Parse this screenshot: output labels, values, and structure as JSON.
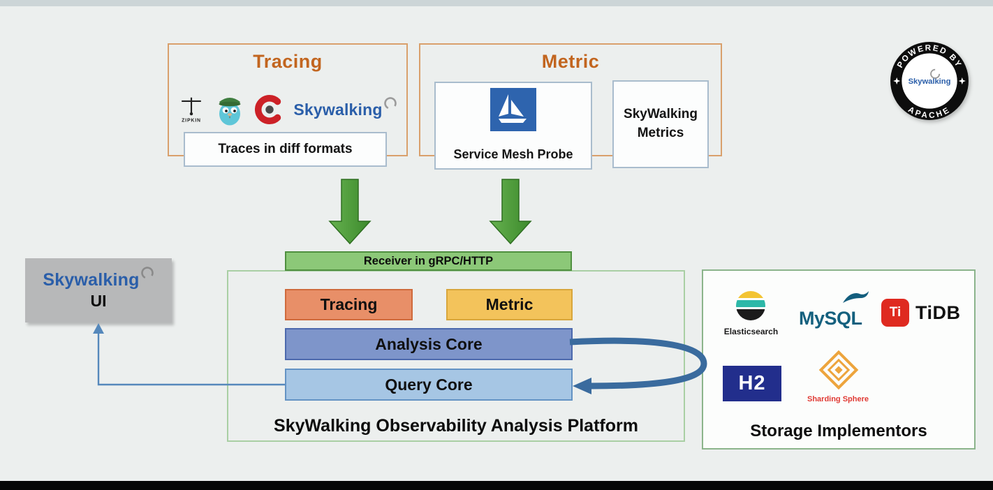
{
  "badge": {
    "arc_top": "POWERED BY",
    "arc_bottom": "APACHE",
    "center": "Skywalking"
  },
  "tracing_section": {
    "title": "Tracing",
    "zipkin_label": "ZIPKIN",
    "skywalking_label": "Skywalking",
    "caption": "Traces in diff formats"
  },
  "metric_section": {
    "title": "Metric",
    "service_mesh_label": "Service Mesh Probe",
    "metrics_line1": "SkyWalking",
    "metrics_line2": "Metrics"
  },
  "receiver_label": "Receiver in gRPC/HTTP",
  "platform": {
    "tracing_label": "Tracing",
    "metric_label": "Metric",
    "analysis_label": "Analysis Core",
    "query_label": "Query Core",
    "title": "SkyWalking Observability Analysis Platform"
  },
  "ui_panel": {
    "brand": "Skywalking",
    "label": "UI"
  },
  "storage": {
    "title": "Storage Implementors",
    "elasticsearch_label": "Elasticsearch",
    "mysql_label": "MySQL",
    "tidb_mark": "Ti",
    "tidb_label": "TiDB",
    "h2_label": "H2",
    "sharding_label": "Sharding Sphere"
  },
  "icons": {
    "zipkin": "zipkin-icon",
    "gopher": "go-gopher-icon",
    "red_c": "red-c-ring-icon",
    "skywalking_swoosh": "skywalking-swoosh-icon",
    "istio": "istio-sailboat-icon",
    "elasticsearch": "elasticsearch-cluster-icon",
    "mysql_dolphin": "mysql-dolphin-icon",
    "tidb": "tidb-mark-icon",
    "sharding_sphere": "sharding-sphere-diamond-icon",
    "down_arrow": "green-down-arrow",
    "badge": "powered-by-apache-badge"
  },
  "colors": {
    "section_title": "#c2651f",
    "receiver_green": "#8cc878",
    "arrow_green": "#4e9d3b",
    "tracing_chip": "#e88f68",
    "metric_chip": "#f3c35b",
    "analysis_chip": "#7e95ca",
    "query_chip": "#a6c6e4",
    "flow_blue": "#3a6b9e",
    "h2_navy": "#222e8c",
    "tidb_red": "#df2a20"
  }
}
